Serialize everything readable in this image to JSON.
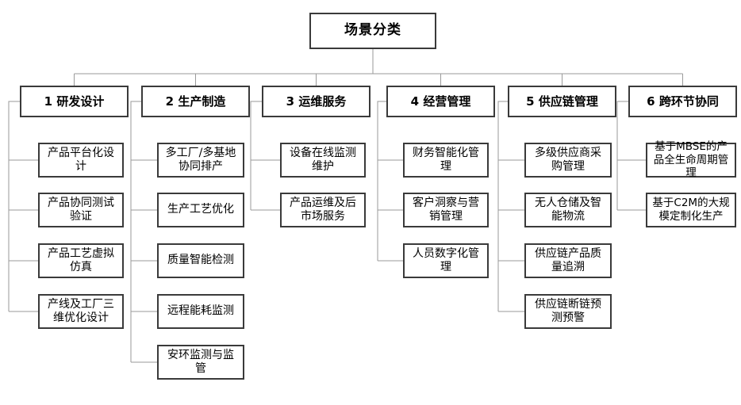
{
  "diagram": {
    "root": "场景分类",
    "categories": [
      {
        "label": "1 研发设计",
        "children": [
          "产品平台化设计",
          "产品协同测试验证",
          "产品工艺虚拟仿真",
          "产线及工厂三维优化设计"
        ]
      },
      {
        "label": "2 生产制造",
        "children": [
          "多工厂/多基地协同排产",
          "生产工艺优化",
          "质量智能检测",
          "远程能耗监测",
          "安环监测与监管"
        ]
      },
      {
        "label": "3 运维服务",
        "children": [
          "设备在线监测维护",
          "产品运维及后市场服务"
        ]
      },
      {
        "label": "4 经营管理",
        "children": [
          "财务智能化管理",
          "客户洞察与营销管理",
          "人员数字化管理"
        ]
      },
      {
        "label": "5 供应链管理",
        "children": [
          "多级供应商采购管理",
          "无人仓储及智能物流",
          "供应链产品质量追溯",
          "供应链断链预测预警"
        ]
      },
      {
        "label": "6 跨环节协同",
        "children": [
          "基于MBSE的产品全生命周期管理",
          "基于C2M的大规模定制化生产"
        ]
      }
    ],
    "colors": {
      "background": "#ffffff",
      "box_border": "#3a3a3a",
      "connector": "#9a9a9a",
      "text": "#000000"
    }
  }
}
